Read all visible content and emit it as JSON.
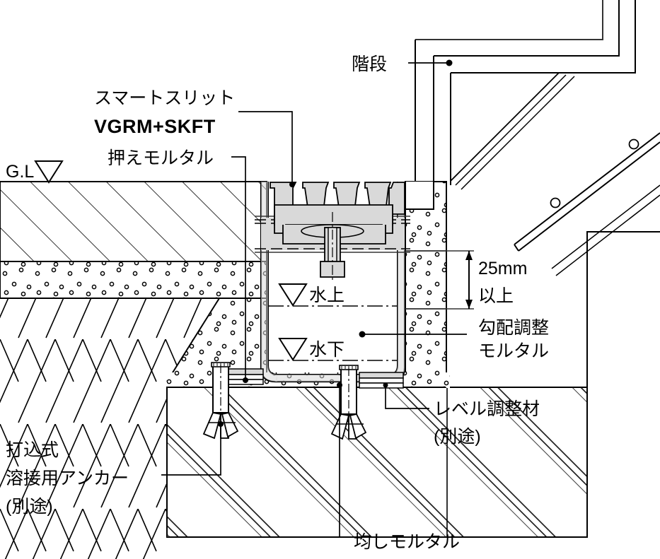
{
  "drawing": {
    "title_product_kana": "スマートスリット",
    "title_product_code": "VGRM+SKFT",
    "labels": {
      "press_mortar": "押えモルタル",
      "ground_level": "G.L",
      "stairs": "階段",
      "dim_25mm": "25mm",
      "dim_ijou": "以上",
      "slope_mortar_line1": "勾配調整",
      "slope_mortar_line2": "モルタル",
      "water_upper": "水上",
      "water_lower": "水下",
      "anchor_line1": "打込式",
      "anchor_line2": "溶接用アンカー",
      "anchor_line3": "(別途)",
      "level_adjuster_line1": "レベル調整材",
      "level_adjuster_line2": "(別途)",
      "leveling_mortar": "均しモルタル"
    },
    "symbols": {
      "triangle_marker": "triangle-down-marker"
    },
    "colors": {
      "line": "#000000",
      "line_medium": "#333333",
      "fill_metal": "#d9d9d9",
      "fill_metal_light": "#e6e6e6",
      "background": "#ffffff"
    }
  }
}
